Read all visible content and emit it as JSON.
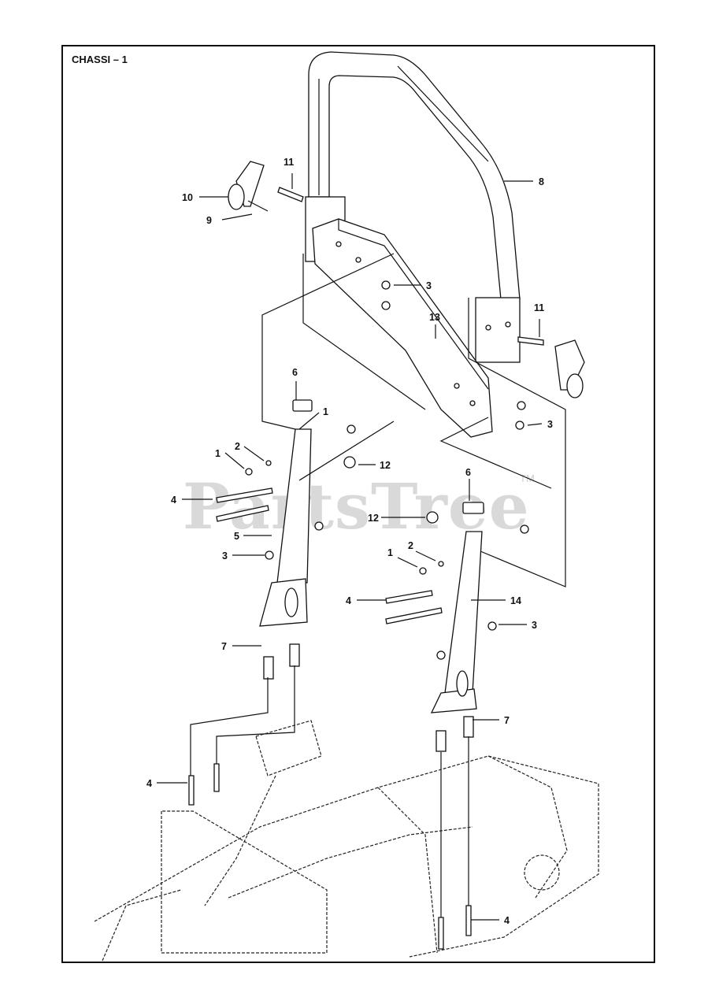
{
  "title": "CHASSI – 1",
  "watermark": "PartsTree",
  "watermark_tm": "TM",
  "callouts": [
    "11",
    "10",
    "9",
    "8",
    "3",
    "13",
    "11",
    "6",
    "1",
    "3",
    "2",
    "1",
    "12",
    "4",
    "6",
    "12",
    "5",
    "2",
    "1",
    "3",
    "4",
    "14",
    "3",
    "7",
    "7",
    "4",
    "4"
  ]
}
